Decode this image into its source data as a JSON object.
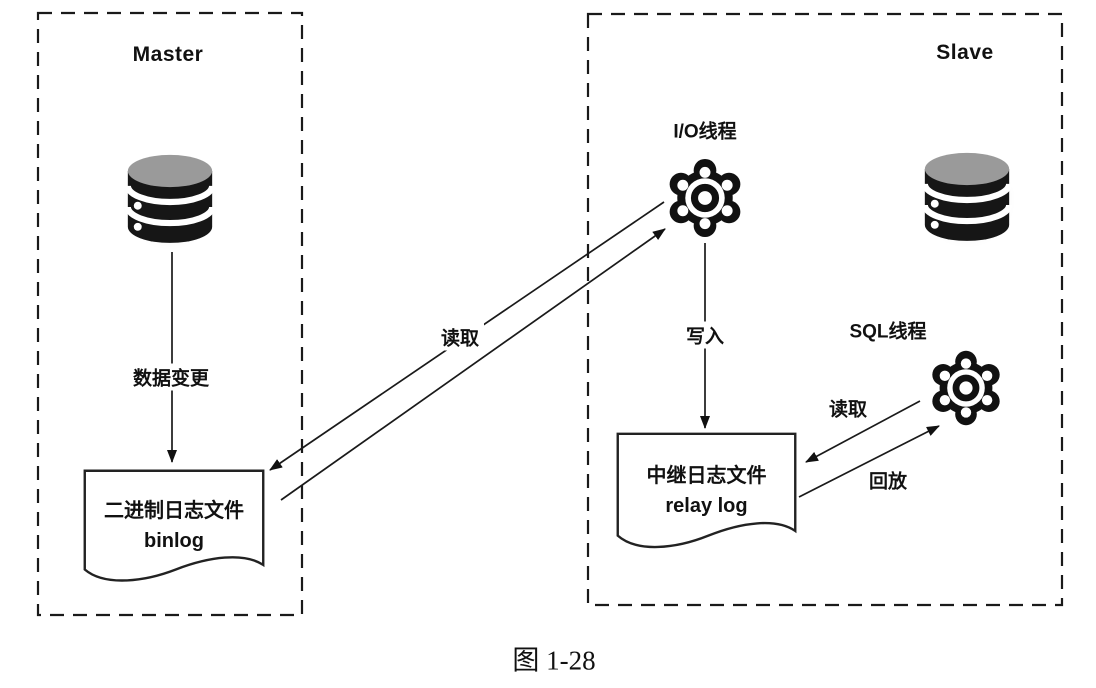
{
  "figure": {
    "caption": "图 1-28"
  },
  "master": {
    "title": "Master",
    "data_change_label": "数据变更",
    "binlog_doc": {
      "line1": "二进制日志文件",
      "line2": "binlog"
    }
  },
  "slave": {
    "title": "Slave",
    "io_thread_label": "I/O线程",
    "sql_thread_label": "SQL线程",
    "write_label": "写入",
    "sql_read_label": "读取",
    "replay_label": "回放",
    "relay_doc": {
      "line1": "中继日志文件",
      "line2": "relay log"
    }
  },
  "replication": {
    "read_label": "读取"
  },
  "icons": {
    "master_db": "database-icon",
    "slave_db": "database-icon",
    "io_thread": "gear-icon",
    "sql_thread": "gear-icon"
  },
  "colors": {
    "line": "#1a1a1a",
    "db_top": "#9a9a9a",
    "db_body": "#161616",
    "background": "#ffffff"
  }
}
